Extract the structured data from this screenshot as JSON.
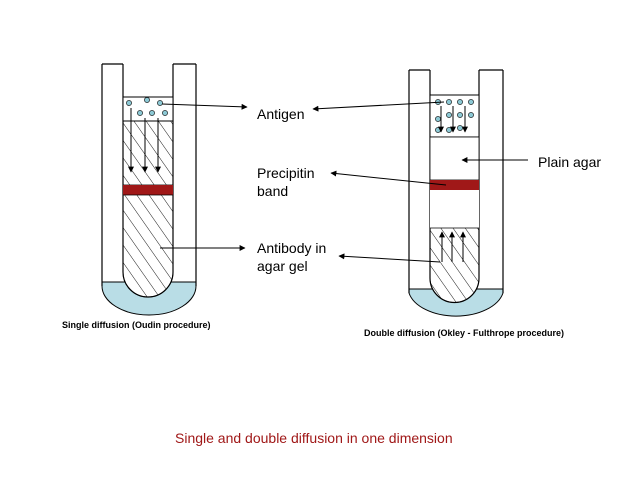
{
  "labels": {
    "antigen": "Antigen",
    "precipitin_line1": "Precipitin",
    "precipitin_line2": "band",
    "antibody_line1": "Antibody in",
    "antibody_line2": "agar gel",
    "plain_agar": "Plain agar"
  },
  "captions": {
    "single": "Single diffusion (Oudin procedure)",
    "double": "Double diffusion (Okley - Fulthrope procedure)"
  },
  "title": "Single and double diffusion in one dimension",
  "colors": {
    "band": "#a01818",
    "tube_bottom": "#b9dde6",
    "dot": "#8cc8d4",
    "title": "#a01818"
  }
}
